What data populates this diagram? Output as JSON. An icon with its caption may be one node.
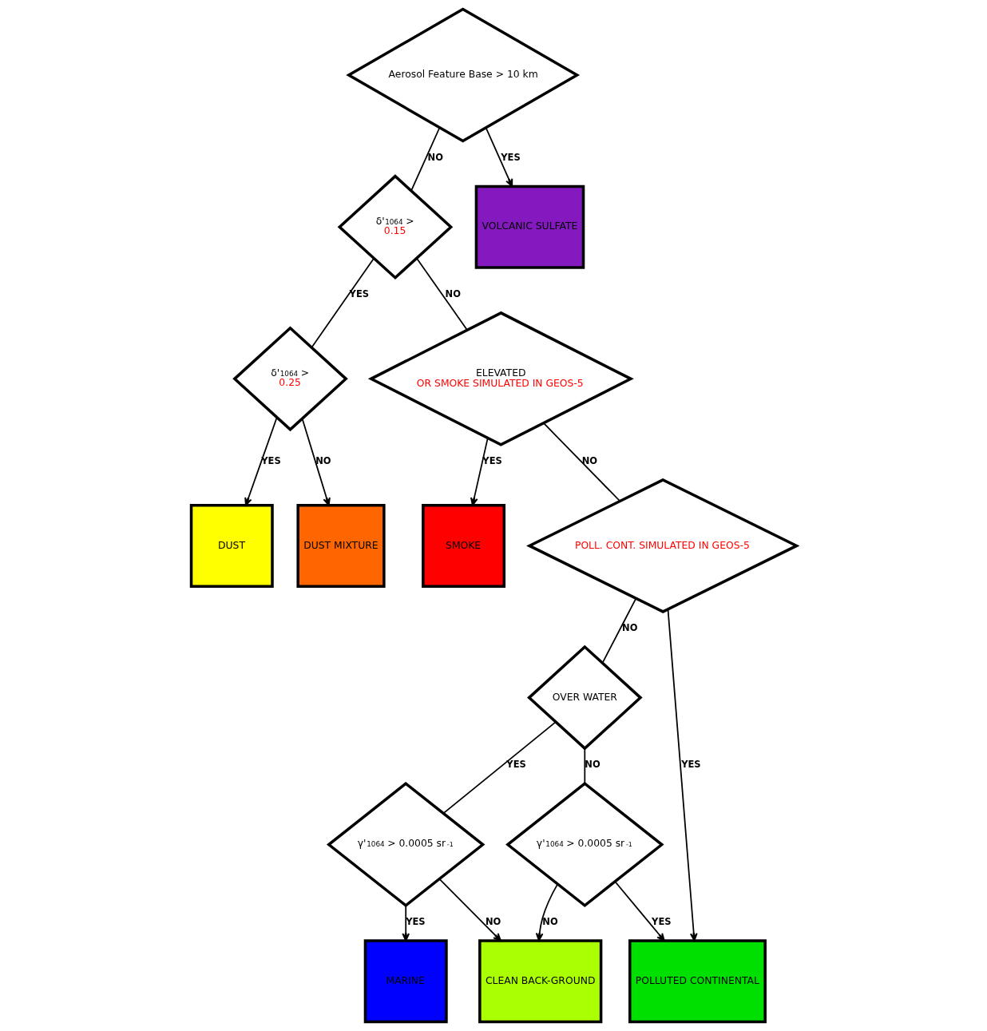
{
  "diagram": {
    "nodes": [
      {
        "text": [
          "Aerosol Feature Base > 10 km"
        ]
      },
      {
        "text": [
          "δ'$_{1064}$ >",
          "0.15"
        ]
      },
      {
        "text": [
          "δ'$_{1064}$ >",
          "0.25"
        ]
      },
      {
        "text": [
          "VOLCANIC SULFATE"
        ]
      },
      {
        "text": [
          "ELEVATED",
          "OR SMOKE SIMULATED IN GEOS-5"
        ]
      },
      {
        "text": [
          "DUST"
        ]
      },
      {
        "text": [
          "DUST MIXTURE"
        ]
      },
      {
        "text": [
          "SMOKE"
        ]
      },
      {
        "text": [
          "OVER WATER"
        ]
      },
      {
        "text": [
          "POLL. CONT. SIMULATED IN GEOS-5"
        ]
      },
      {
        "text": [
          "γ'$_{1064}$ > 0.0005 sr$^{-1}$"
        ]
      },
      {
        "text": [
          "γ'$_{1064}$ > 0.0005 sr$^{-1}$"
        ]
      },
      {
        "text": [
          "MARINE"
        ]
      },
      {
        "text": [
          "CLEAN BACK-GROUND"
        ]
      },
      {
        "text": [
          "POLLUTED CONTINENTAL"
        ]
      }
    ],
    "edges": [
      {
        "from": 0,
        "to": 3,
        "arrow": "to",
        "label": "YES"
      },
      {
        "from": 0,
        "to": 1,
        "arrow": "none",
        "label": "NO"
      },
      {
        "from": 1,
        "to": 2,
        "arrow": "none",
        "label": "YES"
      },
      {
        "from": 1,
        "to": 4,
        "arrow": "none",
        "label": "NO"
      },
      {
        "from": 2,
        "to": 5,
        "arrow": "to",
        "label": "YES"
      },
      {
        "from": 2,
        "to": 6,
        "arrow": "to",
        "label": "NO"
      },
      {
        "from": 4,
        "to": 7,
        "arrow": "to",
        "label": "YES"
      },
      {
        "from": 4,
        "to": 9,
        "arrow": "none",
        "label": "NO"
      },
      {
        "from": 9,
        "to": 8,
        "arrow": "none",
        "label": "NO"
      },
      {
        "from": 9,
        "to": 14,
        "arrow": "to",
        "label": "YES"
      },
      {
        "from": 8,
        "to": 10,
        "arrow": "none",
        "label": "YES"
      },
      {
        "from": 8,
        "to": 11,
        "arrow": "none",
        "label": "NO"
      },
      {
        "from": 10,
        "to": 12,
        "arrow": "to",
        "label": "YES"
      },
      {
        "from": 10,
        "to": 13,
        "arrow": "to",
        "label": "NO"
      },
      {
        "from": 11,
        "to": 13,
        "arrow": "to",
        "label": "NO"
      },
      {
        "from": 11,
        "to": 14,
        "arrow": "to",
        "label": "YES"
      }
    ]
  }
}
